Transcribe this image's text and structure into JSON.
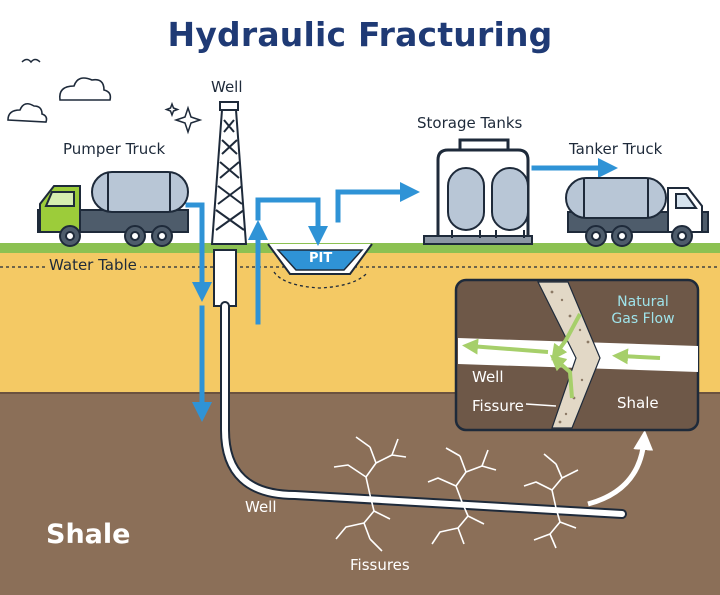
{
  "title": "Hydraulic Fracturing",
  "labels": {
    "well_top": "Well",
    "pumper_truck": "Pumper Truck",
    "storage_tanks": "Storage Tanks",
    "tanker_truck": "Tanker Truck",
    "pit": "PIT",
    "water_table": "Water Table",
    "shale_main": "Shale",
    "well_bottom": "Well",
    "fissures": "Fissures"
  },
  "inset": {
    "natural_gas_flow_line1": "Natural",
    "natural_gas_flow_line2": "Gas Flow",
    "well": "Well",
    "fissure": "Fissure",
    "shale": "Shale"
  },
  "colors": {
    "title": "#1f3a75",
    "water_arrow": "#2f93d6",
    "ground": "#8b6f58",
    "aquifer": "#f4c964",
    "grass": "#8cc152",
    "truck_cab": "#9ccc3a",
    "tank": "#b8c6d6"
  }
}
